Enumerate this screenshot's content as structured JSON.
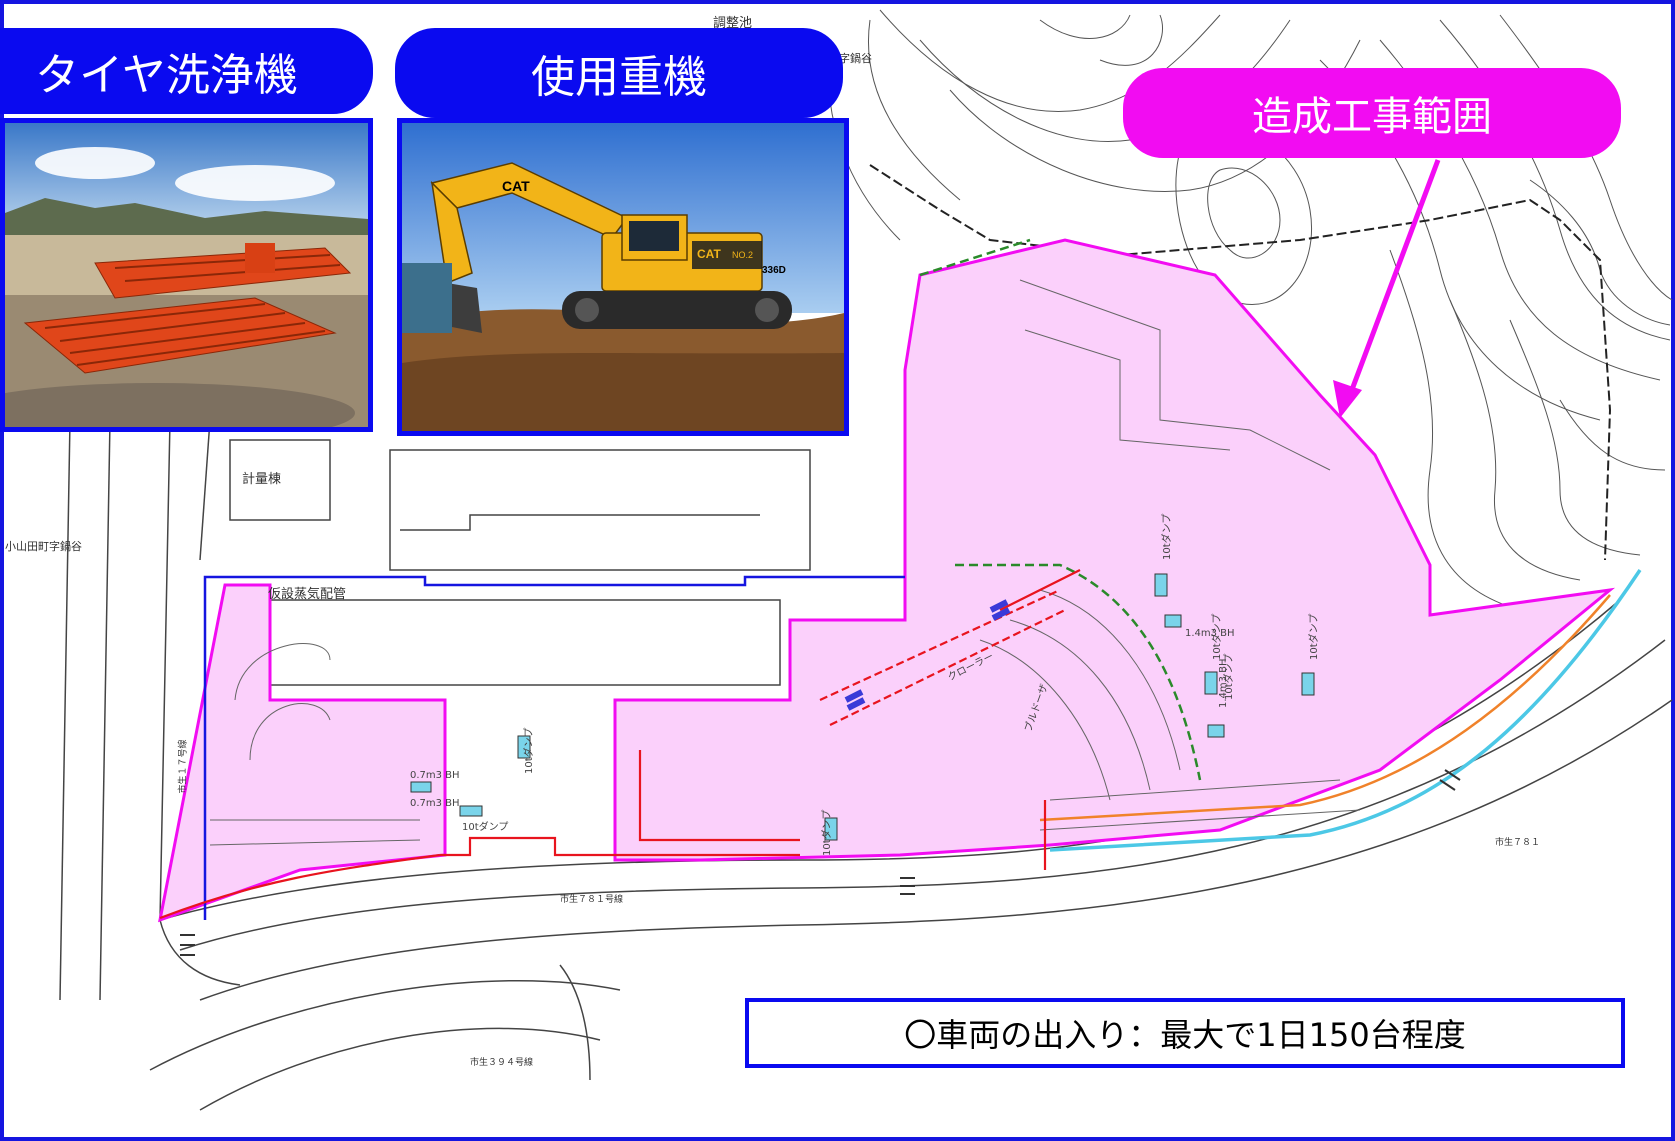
{
  "labels": {
    "tire_washer": "タイヤ洗浄機",
    "heavy_machinery": "使用重機",
    "construction_area": "造成工事範囲",
    "vehicle_note": "〇車両の出入り：最大で1日150台程度"
  },
  "map_text": {
    "pond": "調整池",
    "steam_pipe": "仮設蒸気配管",
    "weigh_station": "計量棟",
    "town_north": "小山田町字鍋谷",
    "town_west": "小山田町字鍋谷",
    "road_west": "市生１７号線",
    "road_south": "市生７８１号線",
    "road_east": "市生７８１",
    "road_southwest": "市生３９４号線",
    "crane": "クローラー",
    "bulldozer": "ブルドーザ",
    "dump_1": "10tダンプ",
    "dump_2": "10tダンプ",
    "dump_3": "10tダンプ",
    "dump_4": "10tダンプ",
    "dump_5": "10tダンプ",
    "dump_6": "10tダンプ",
    "dump_7": "10tダンプ",
    "bh_1": "1.4m3 BH",
    "bh_2": "1.4m3 BH",
    "bh_3": "0.7m3 BH",
    "bh_4": "0.7m3 BH"
  },
  "photos": {
    "excavator_brand": "CAT",
    "excavator_model": "336D",
    "excavator_number": "NO.2"
  },
  "colors": {
    "label_blue": "#0a0af0",
    "construction_magenta": "#f20cf2",
    "area_fill": "#fbd0fb",
    "route_red": "#e8141e",
    "route_orange": "#f0822a",
    "route_cyan": "#4cc8e6",
    "boundary_green": "#2a8a2a",
    "site_blue_outline": "#1515e0"
  }
}
